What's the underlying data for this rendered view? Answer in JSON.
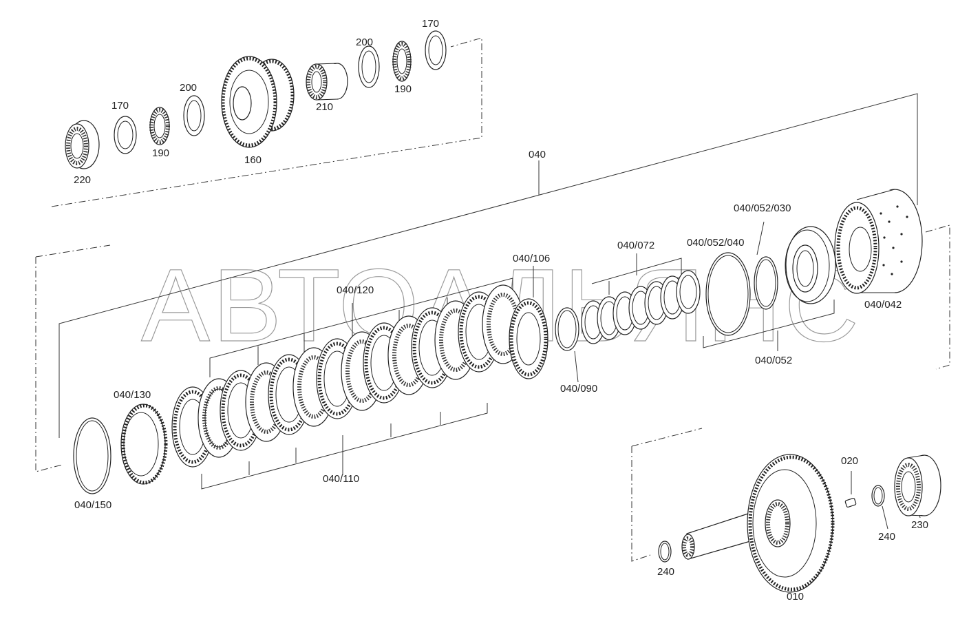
{
  "watermark": "АВТОАЛЬЯНС",
  "labels": {
    "p220": "220",
    "p170a": "170",
    "p190a": "190",
    "p200a": "200",
    "p160": "160",
    "p210": "210",
    "p200b": "200",
    "p190b": "190",
    "p170b": "170",
    "p040": "040",
    "p040_052_030": "040/052/030",
    "p040_052_040": "040/052/040",
    "p040_072": "040/072",
    "p040_106": "040/106",
    "p040_120": "040/120",
    "p040_042": "040/042",
    "p040_052": "040/052",
    "p040_090": "040/090",
    "p040_130": "040/130",
    "p040_110": "040/110",
    "p040_150": "040/150",
    "p020": "020",
    "p230": "230",
    "p240a": "240",
    "p240b": "240",
    "p010": "010"
  }
}
